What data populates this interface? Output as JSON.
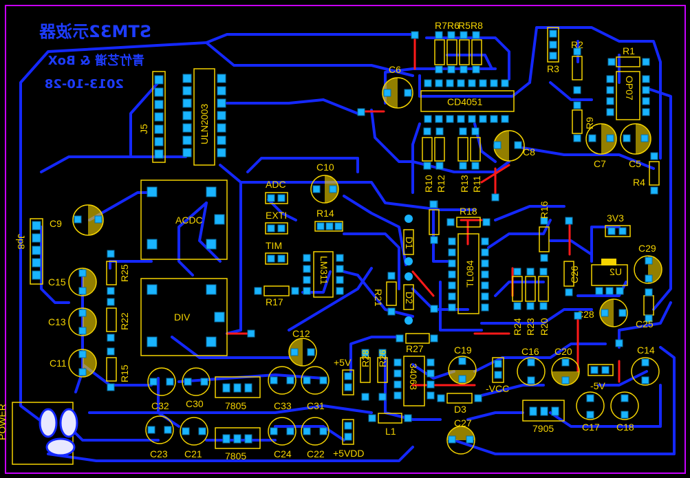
{
  "board": {
    "title_main": "STM32示波器",
    "title_sub": "青竹艺谱 & BoX",
    "title_date": "2013-10-28"
  },
  "colors": {
    "background": "#000000",
    "track_blue": "#1428ff",
    "track_red": "#ff1a1a",
    "silkscreen": "#f5d400",
    "pad": "#19b4ff",
    "outline": "#c800ff"
  },
  "components": {
    "ic_cd4051": "CD4051",
    "ic_uln2003": "ULN2003",
    "ic_tl084": "TL084",
    "ic_lm311": "LM311",
    "ic_34063": "34063",
    "ic_op07": "OP07",
    "ic_u2": "U2",
    "reg_7805_a": "7805",
    "reg_7805_b": "7805",
    "reg_7905": "7905",
    "mod_acdc": "ACDC",
    "mod_div": "DIV",
    "conn_j5": "J5",
    "conn_jp8": "Jp8",
    "conn_power": "POWER",
    "jumper_adc": "ADC",
    "jumper_exti": "EXTI",
    "jumper_tim": "TIM",
    "jumper_3v3": "3V3",
    "net_p5v": "+5V",
    "net_m5v": "-5V",
    "net_mvcc": "-VCC",
    "net_p5vdd": "+5VDD",
    "d1": "D1",
    "d2": "D2",
    "d3": "D3",
    "l1": "L1",
    "r1": "R1",
    "r2": "R2",
    "r3": "R3",
    "r4": "R4",
    "r5": "R5",
    "r6": "R6",
    "r7": "R7",
    "r8": "R8",
    "r9": "R9",
    "r10": "R10",
    "r11": "R11",
    "r12": "R12",
    "r13": "R13",
    "r14": "R14",
    "r15": "R15",
    "r16": "R16",
    "r17": "R17",
    "r18": "R18",
    "r20": "R20",
    "r21": "R21",
    "r22": "R22",
    "r23": "R23",
    "r24": "R24",
    "r25": "R25",
    "r26": "R26",
    "r27": "R27",
    "r28": "R28",
    "c5": "C5",
    "c6": "C6",
    "c7": "C7",
    "c8": "C8",
    "c9": "C9",
    "c10": "C10",
    "c11": "C11",
    "c12": "C12",
    "c13": "C13",
    "c14": "C14",
    "c15": "C15",
    "c16": "C16",
    "c17": "C17",
    "c18": "C18",
    "c19": "C19",
    "c20": "C20",
    "c21": "C21",
    "c22": "C22",
    "c23": "C23",
    "c24": "C24",
    "c25": "C25",
    "c26": "C26",
    "c27": "C27",
    "c28": "C28",
    "c29": "C29",
    "c30": "C30",
    "c31": "C31",
    "c32": "C32",
    "c33": "C33"
  }
}
